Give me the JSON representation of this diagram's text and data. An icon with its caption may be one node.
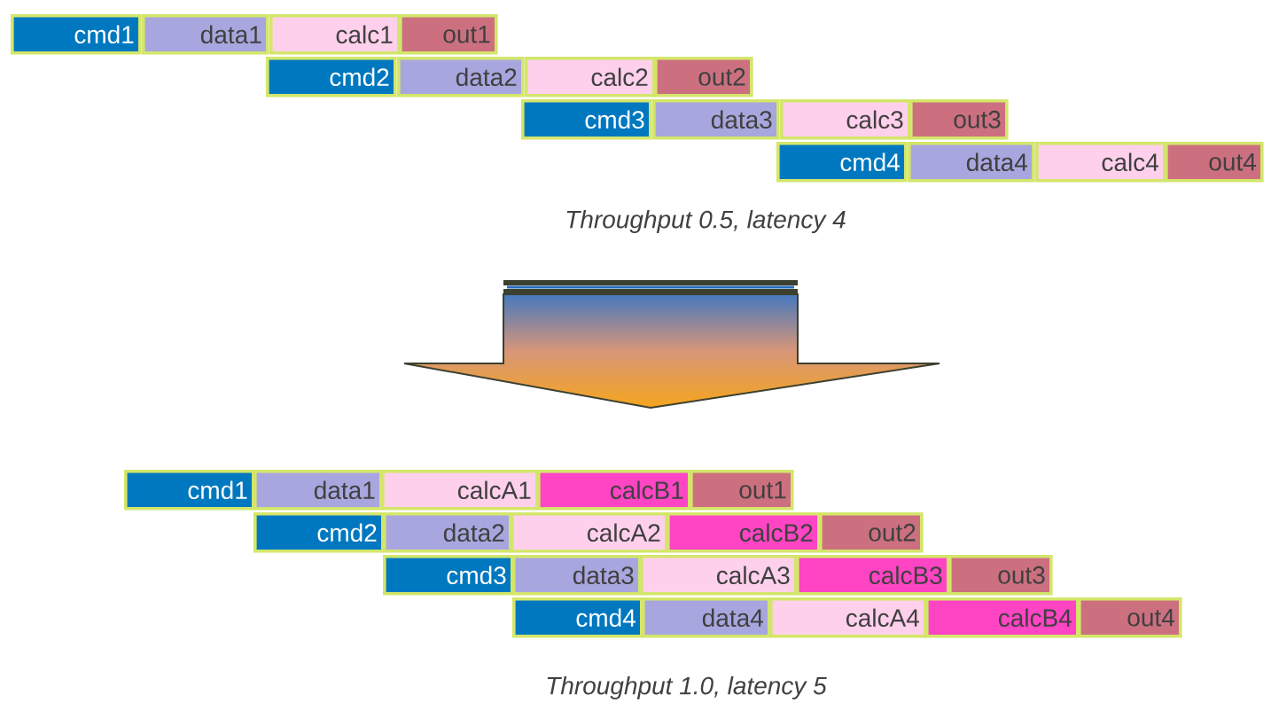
{
  "diagram": {
    "nodes": [
      {
        "text": [
          "cmd1"
        ]
      },
      {
        "text": [
          "data1"
        ]
      },
      {
        "text": [
          "calc1"
        ]
      },
      {
        "text": [
          "out1"
        ]
      },
      {
        "text": [
          "cmd2"
        ]
      },
      {
        "text": [
          "data2"
        ]
      },
      {
        "text": [
          "calc2"
        ]
      },
      {
        "text": [
          "out2"
        ]
      },
      {
        "text": [
          "cmd3"
        ]
      },
      {
        "text": [
          "data3"
        ]
      },
      {
        "text": [
          "calc3"
        ]
      },
      {
        "text": [
          "out3"
        ]
      },
      {
        "text": [
          "cmd4"
        ]
      },
      {
        "text": [
          "data4"
        ]
      },
      {
        "text": [
          "calc4"
        ]
      },
      {
        "text": [
          "out4"
        ]
      },
      {
        "text": [
          "cmd1"
        ]
      },
      {
        "text": [
          "data1"
        ]
      },
      {
        "text": [
          "calcA1"
        ]
      },
      {
        "text": [
          "calcB1"
        ]
      },
      {
        "text": [
          "out1"
        ]
      },
      {
        "text": [
          "cmd2"
        ]
      },
      {
        "text": [
          "data2"
        ]
      },
      {
        "text": [
          "calcA2"
        ]
      },
      {
        "text": [
          "calcB2"
        ]
      },
      {
        "text": [
          "out2"
        ]
      },
      {
        "text": [
          "cmd3"
        ]
      },
      {
        "text": [
          "data3"
        ]
      },
      {
        "text": [
          "calcA3"
        ]
      },
      {
        "text": [
          "calcB3"
        ]
      },
      {
        "text": [
          "out3"
        ]
      },
      {
        "text": [
          "cmd4"
        ]
      },
      {
        "text": [
          "data4"
        ]
      },
      {
        "text": [
          "calcA4"
        ]
      },
      {
        "text": [
          "calcB4"
        ]
      },
      {
        "text": [
          "out4"
        ]
      }
    ],
    "edges": [],
    "labels": [
      "Throughput 0.5, latency 4",
      "Throughput 1.0, latency 5"
    ]
  }
}
